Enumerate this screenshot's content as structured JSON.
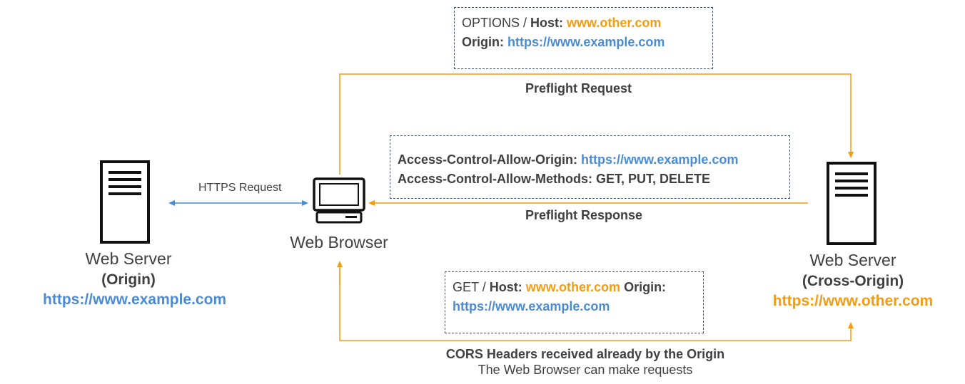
{
  "colors": {
    "orange": "#f39c12",
    "blue": "#4a8bd3",
    "dark": "#404040",
    "box_border": "#44546a"
  },
  "left_server": {
    "icon": "server-icon",
    "title": "Web Server",
    "subtitle": "(Origin)",
    "url": "https://www.example.com"
  },
  "browser": {
    "icon": "computer-icon",
    "title": "Web Browser"
  },
  "right_server": {
    "icon": "server-icon",
    "title": "Web Server",
    "subtitle": "(Cross-Origin)",
    "url": "https://www.other.com"
  },
  "https_request": {
    "label": "HTTPS Request"
  },
  "preflight_request": {
    "label": "Preflight Request",
    "box": {
      "method": "OPTIONS",
      "sep": " / ",
      "host_key": "Host: ",
      "host_value": "www.other.com",
      "origin_key": "Origin: ",
      "origin_value": "https://www.example.com"
    }
  },
  "preflight_response": {
    "label": "Preflight Response",
    "box": {
      "allow_origin_key": "Access-Control-Allow-Origin: ",
      "allow_origin_value": "https://www.example.com",
      "allow_methods": "Access-Control-Allow-Methods: GET, PUT, DELETE"
    }
  },
  "get_request": {
    "box": {
      "method": "GET",
      "sep": " / ",
      "host_key": "Host: ",
      "host_value": "www.other.com",
      "origin_key": " Origin:",
      "origin_value": "https://www.example.com"
    },
    "caption_line1": "CORS Headers received already by the Origin",
    "caption_line2": "The Web Browser can make requests"
  }
}
